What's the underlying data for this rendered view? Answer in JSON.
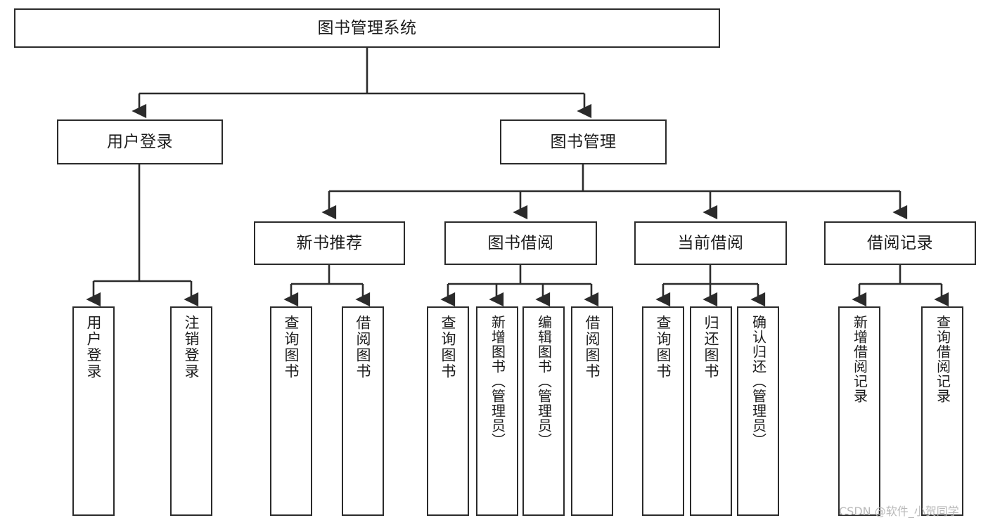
{
  "diagram": {
    "title": "图书管理系统",
    "type": "hierarchy-tree",
    "line_color": "#2b2b2b",
    "box_fill": "#ffffff",
    "text_color": "#1b1b1b",
    "root": {
      "label": "图书管理系统"
    },
    "level1": [
      {
        "label": "用户登录"
      },
      {
        "label": "图书管理"
      }
    ],
    "level2": [
      {
        "label": "新书推荐"
      },
      {
        "label": "图书借阅"
      },
      {
        "label": "当前借阅"
      },
      {
        "label": "借阅记录"
      }
    ],
    "leaves": {
      "user_login": [
        {
          "label": "用户登录"
        },
        {
          "label": "注销登录"
        }
      ],
      "new_book_recommend": [
        {
          "label": "查询图书"
        },
        {
          "label": "借阅图书"
        }
      ],
      "book_borrow": [
        {
          "label": "查询图书"
        },
        {
          "label": "新增图书（管理员）"
        },
        {
          "label": "编辑图书（管理员）"
        },
        {
          "label": "借阅图书"
        }
      ],
      "current_borrow": [
        {
          "label": "查询图书"
        },
        {
          "label": "归还图书"
        },
        {
          "label": "确认归还（管理员）"
        }
      ],
      "borrow_record": [
        {
          "label": "新增借阅记录"
        },
        {
          "label": "查询借阅记录"
        }
      ]
    }
  },
  "watermark": {
    "text": "CSDN @软件_小贺同学"
  }
}
